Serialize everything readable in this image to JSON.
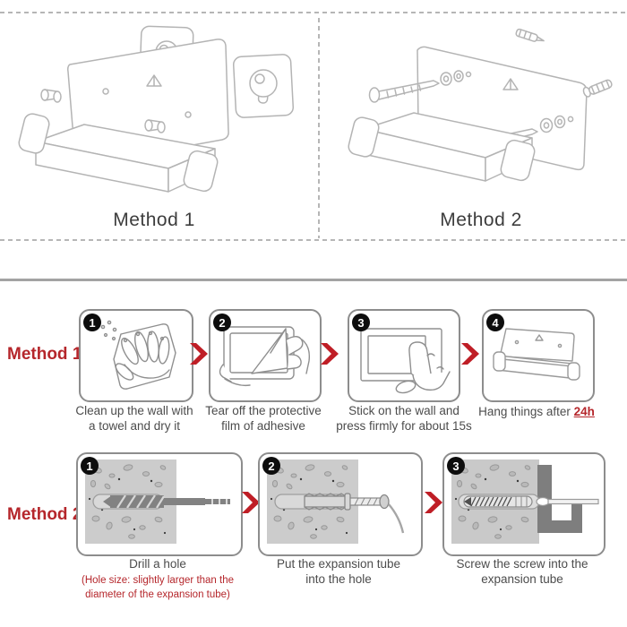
{
  "colors": {
    "accent_red": "#b5262b",
    "arrow_red": "#bf1e26",
    "caption_gray": "#4c4c4c",
    "panel_label_gray": "#3d3d3d",
    "line_gray": "#a3a3a3"
  },
  "top_section": {
    "method1_label": "Method 1",
    "method2_label": "Method 2"
  },
  "method1_row": {
    "label": "Method 1",
    "steps": [
      {
        "num": "1",
        "caption_line1": "Clean up the wall with",
        "caption_line2": "a towel and dry it"
      },
      {
        "num": "2",
        "caption_line1": "Tear off the protective",
        "caption_line2": "film of adhesive"
      },
      {
        "num": "3",
        "caption_line1": "Stick on the wall and",
        "caption_line2": "press firmly for about 15s"
      },
      {
        "num": "4",
        "caption_prefix": "Hang things after ",
        "caption_highlight": "24h"
      }
    ]
  },
  "method2_row": {
    "label": "Method 2",
    "steps": [
      {
        "num": "1",
        "caption": "Drill a hole",
        "note_line1": "(Hole size: slightly larger than the",
        "note_line2": "diameter of the expansion tube)"
      },
      {
        "num": "2",
        "caption_line1": "Put the expansion tube",
        "caption_line2": "into the hole"
      },
      {
        "num": "3",
        "caption_line1": "Screw the screw into the",
        "caption_line2": "expansion tube"
      }
    ]
  }
}
